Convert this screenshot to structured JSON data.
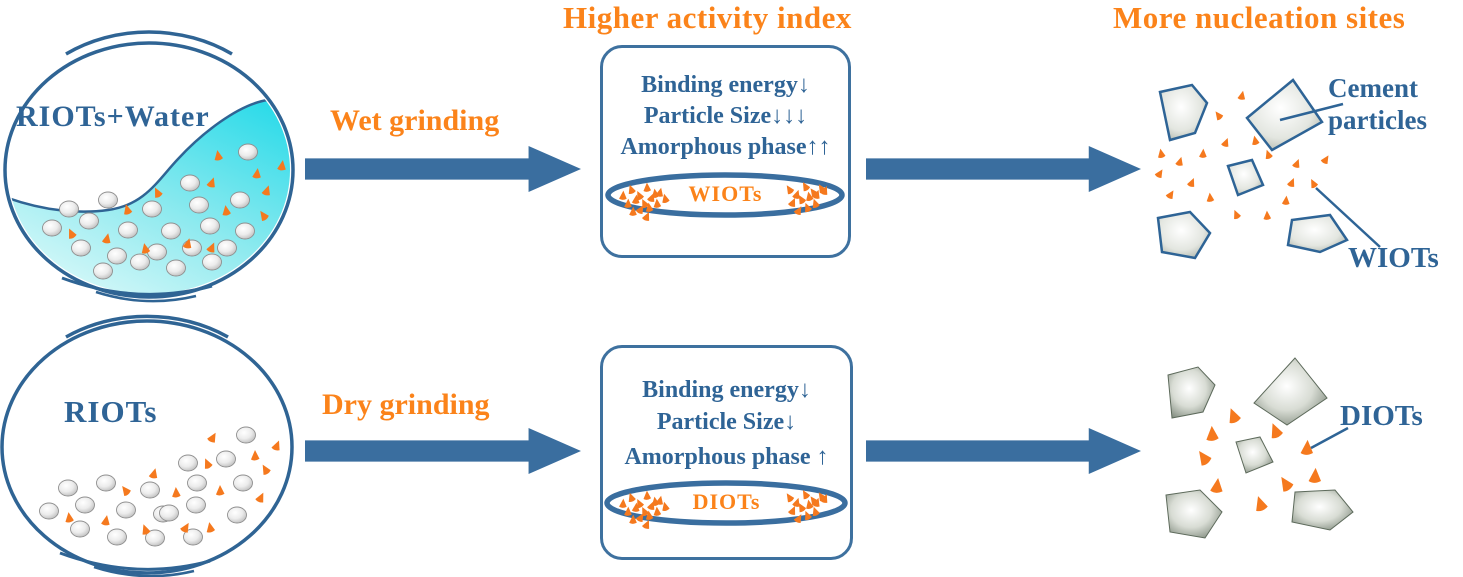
{
  "colors": {
    "steel_blue_text": "#2F6496",
    "arrow_blue": "#3A6E9F",
    "box_border_blue": "#3E719F",
    "accent_orange": "#FB831A",
    "particle_orange": "#F5791E",
    "water_cyan": "#2EDBE9"
  },
  "headers": {
    "activity": "Higher activity index",
    "nucleation": "More nucleation sites"
  },
  "wet_row": {
    "dish_label": "RIOTs+Water",
    "process_label": "Wet grinding",
    "box": {
      "line1": "Binding energy↓",
      "line2": "Particle Size↓↓↓",
      "line3": "Amorphous phase↑↑",
      "ellipse_label": "WIOTs"
    },
    "cluster": {
      "cement_label": "Cement particles",
      "particles_label": "WIOTs"
    }
  },
  "dry_row": {
    "dish_label": "RIOTs",
    "process_label": "Dry grinding",
    "box": {
      "line1": "Binding energy↓",
      "line2": "Particle Size↓",
      "line3": "Amorphous phase ↑",
      "ellipse_label": "DIOTs"
    },
    "cluster": {
      "particles_label": "DIOTs"
    }
  }
}
